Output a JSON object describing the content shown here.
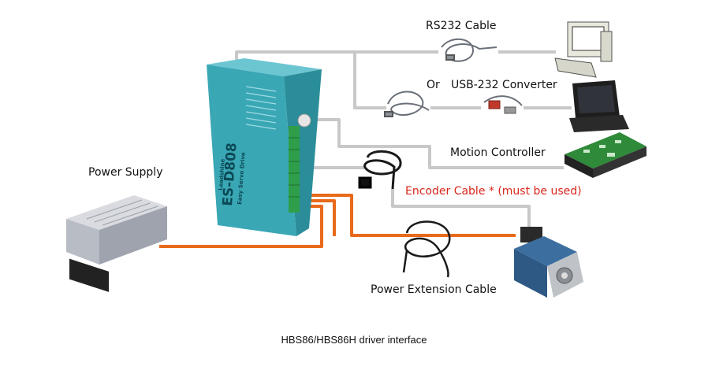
{
  "diagram": {
    "labels": {
      "rs232_cable": "RS232 Cable",
      "or_word": "Or",
      "usb_converter": "USB-232 Converter",
      "motion_controller": "Motion Controller",
      "power_supply": "Power Supply",
      "encoder_cable": "Encoder Cable * (must be used)",
      "power_extension_cable": "Power Extension Cable"
    },
    "driver": {
      "model": "ES-D808",
      "subtitle": "Easy Servo Drive",
      "brand": "Leadshine"
    },
    "caption": "HBS86/HBS86H driver interface",
    "colors": {
      "signal_line": "#c8c8c8",
      "power_line": "#e86a1a",
      "driver_body": "#3aa7b5",
      "encoder_label": "#d8261b"
    }
  }
}
